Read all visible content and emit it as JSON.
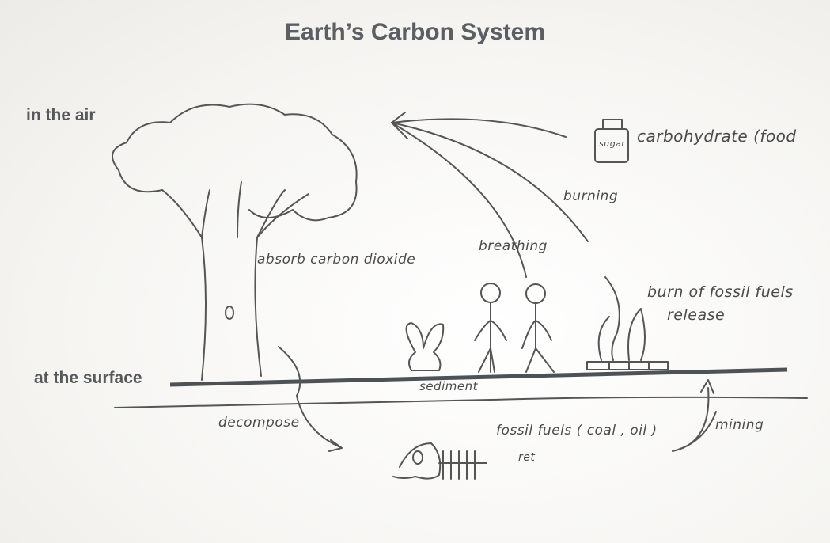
{
  "title": "Earth’s Carbon System",
  "labels": {
    "air": "in the air",
    "surface": "at the surface"
  },
  "annotations": {
    "sugar": "sugar",
    "carbohydrate": "carbohydrate (food",
    "burning": "burning",
    "breathing": "breathing",
    "absorb": "absorb carbon dioxide",
    "burn_fossil": "burn of fossil fuels",
    "release": "release",
    "sediment": "sediment",
    "decompose": "decompose",
    "fossil_fuels": "fossil fuels ( coal , oil )",
    "mining": "mining",
    "ret": "ret"
  }
}
